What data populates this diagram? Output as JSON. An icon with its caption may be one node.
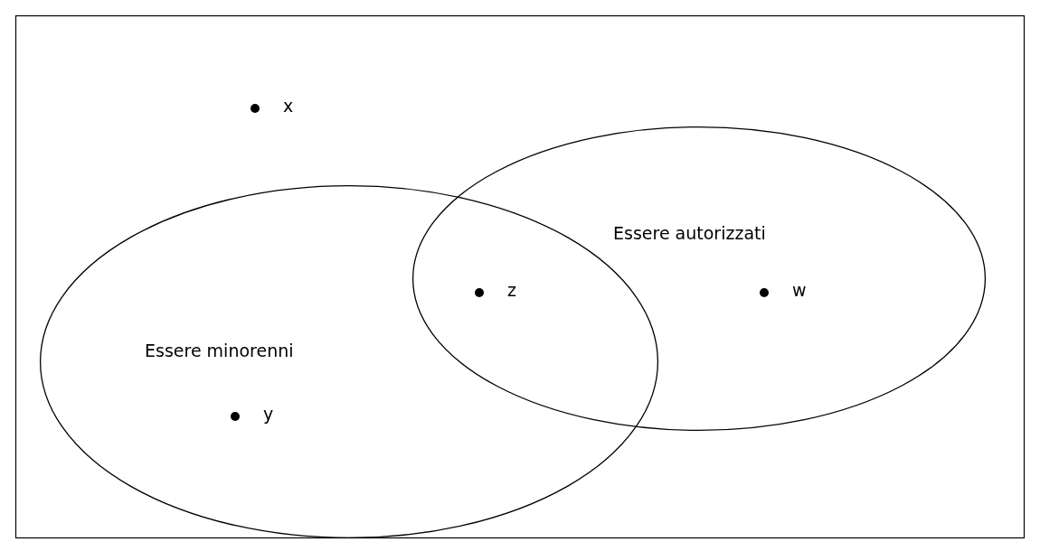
{
  "diagram": {
    "nodes": [
      {
        "text": [
          "Essere minorenni"
        ]
      },
      {
        "text": [
          "Essere autorizzati"
        ]
      }
    ],
    "labels": [
      "x",
      "z",
      "w",
      "y"
    ]
  }
}
